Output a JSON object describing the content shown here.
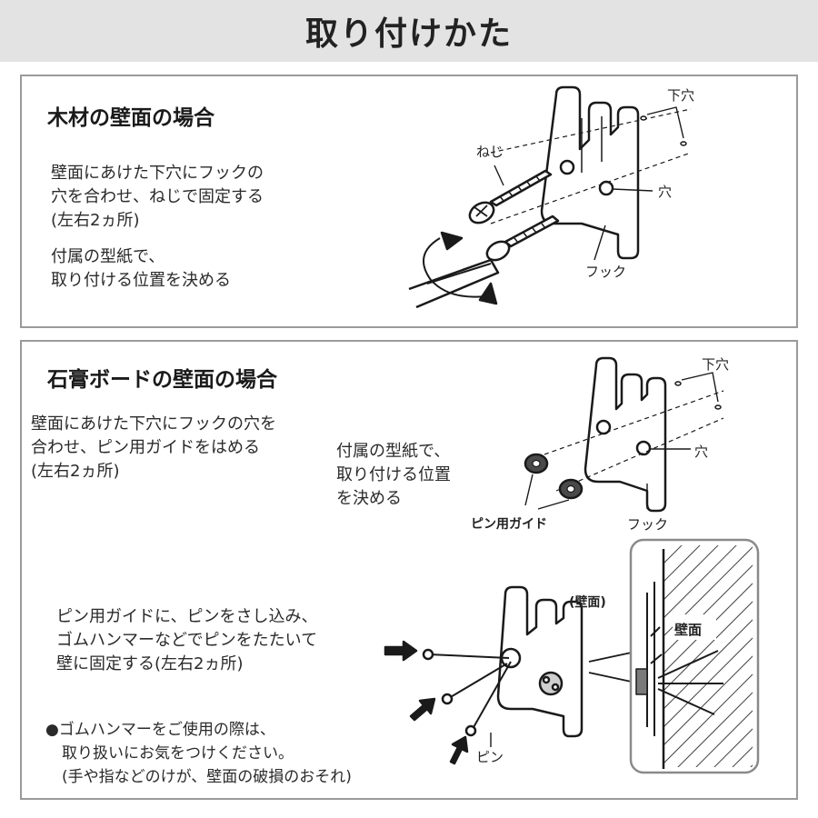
{
  "header": {
    "title": "取り付けかた"
  },
  "wood": {
    "title": "木材の壁面の場合",
    "instructions": [
      "壁面にあけた下穴にフックの",
      "穴を合わせ、ねじで固定する",
      "(左右2ヵ所)"
    ],
    "template_note": [
      "付属の型紙で、",
      "取り付ける位置を決める"
    ],
    "labels": {
      "pilot_hole": "下穴",
      "screw": "ねじ",
      "hole": "穴",
      "hook": "フック"
    }
  },
  "gypsum": {
    "title": "石膏ボードの壁面の場合",
    "instructions": [
      "壁面にあけた下穴にフックの穴を",
      "合わせ、ピン用ガイドをはめる",
      "(左右2ヵ所)"
    ],
    "template_note": [
      "付属の型紙で、",
      "取り付ける位置",
      "を決める"
    ],
    "labels": {
      "pilot_hole": "下穴",
      "hole": "穴",
      "pin_guide": "ピン用ガイド",
      "hook": "フック",
      "wall_paren": "(壁面)",
      "wall": "壁面",
      "pin": "ピン"
    },
    "pin_instructions": [
      "ピン用ガイドに、ピンをさし込み、",
      "ゴムハンマーなどでピンをたたいて",
      "壁に固定する(左右2ヵ所)"
    ],
    "caution": [
      "●ゴムハンマーをご使用の際は、",
      "取り扱いにお気をつけください。",
      "(手や指などのけが、壁面の破損のおそれ)"
    ]
  }
}
